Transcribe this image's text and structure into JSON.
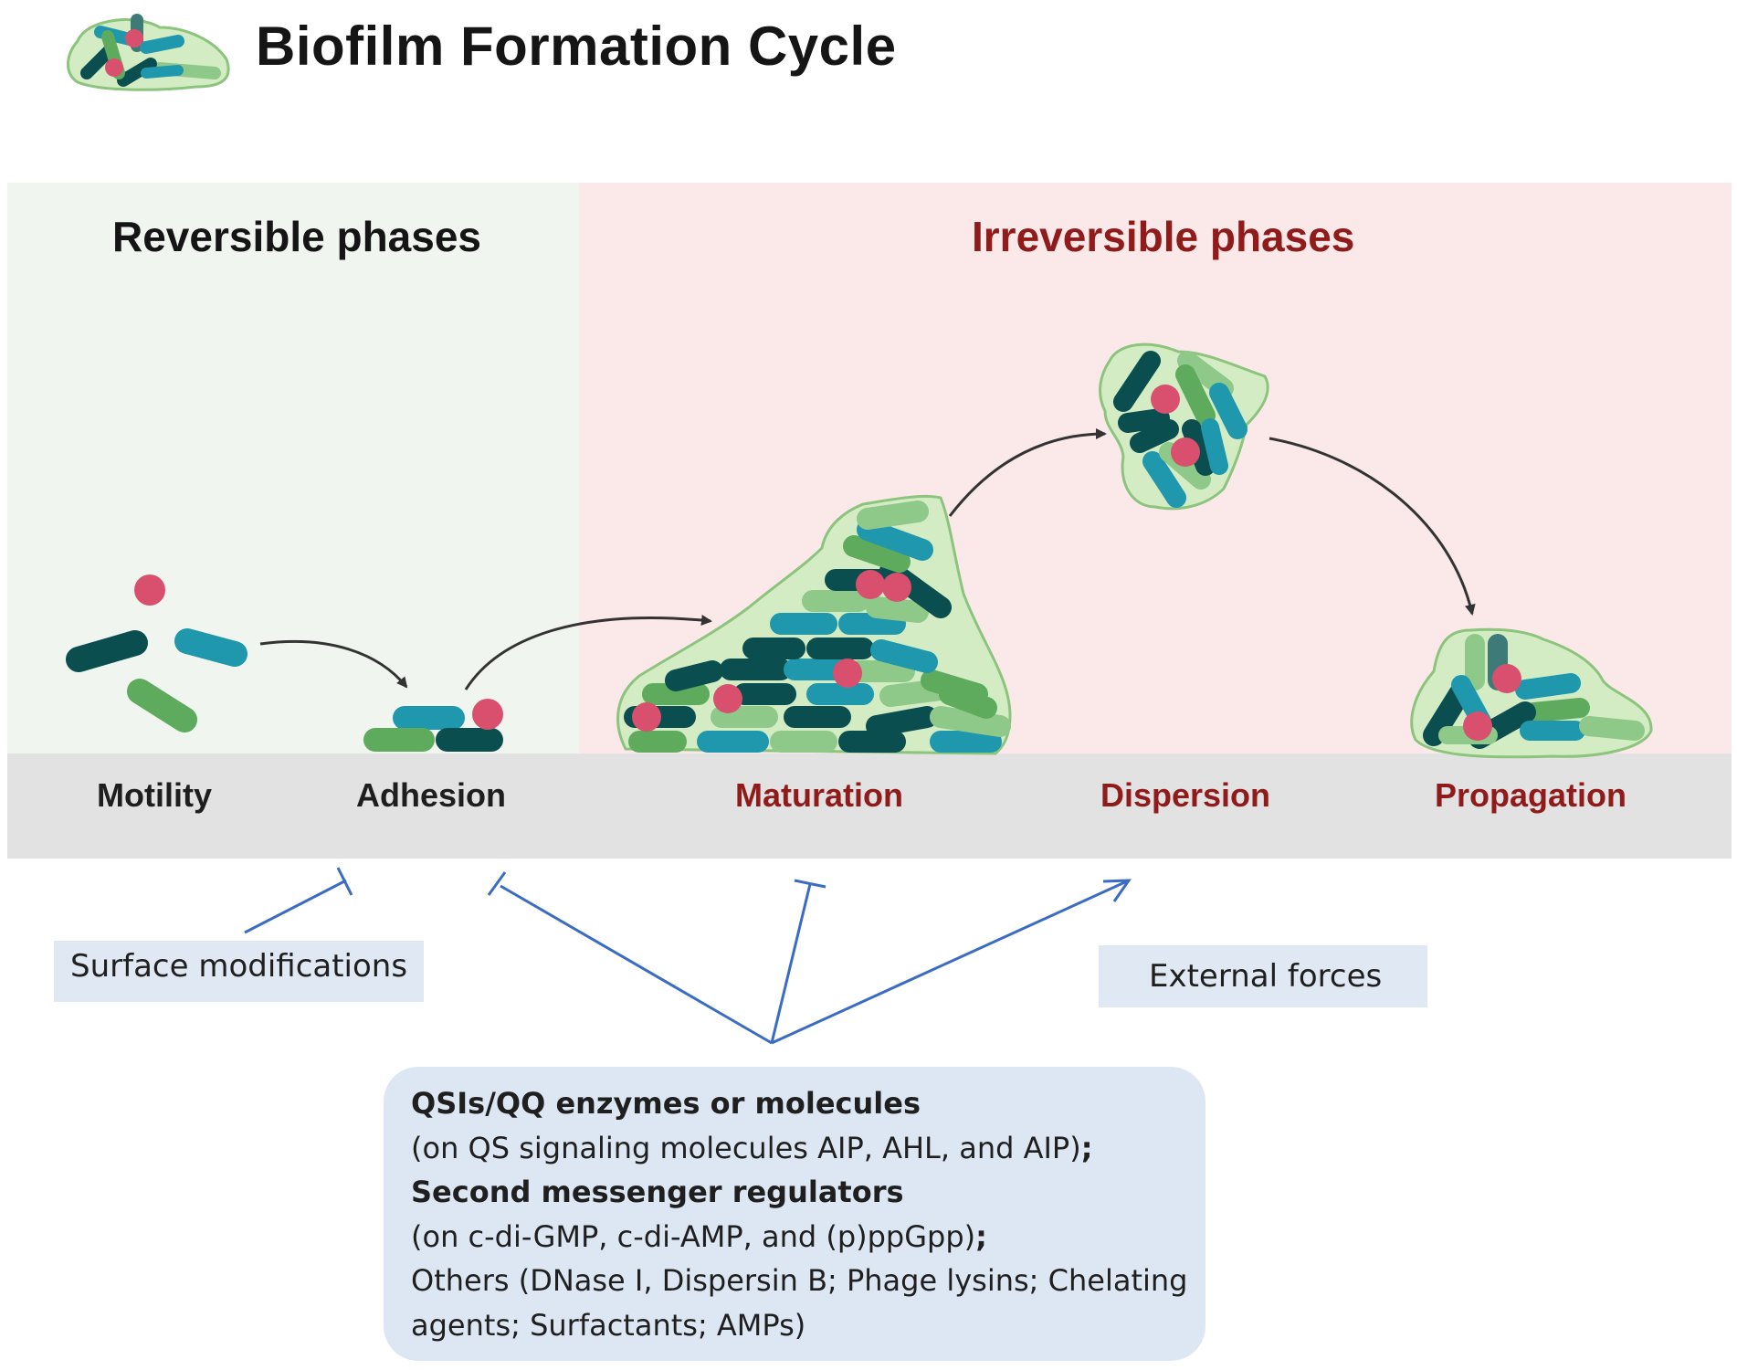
{
  "title": "Biofilm Formation Cycle",
  "phases": {
    "reversible": "Reversible phases",
    "irreversible": "Irreversible phases"
  },
  "stages": [
    "Motility",
    "Adhesion",
    "Maturation",
    "Dispersion",
    "Propagation"
  ],
  "factors": {
    "surface": "Surface modifications",
    "external": "External forces"
  },
  "interventions": {
    "line1": "QSIs/QQ enzymes or molecules",
    "line2": "(on QS signaling molecules AIP, AHL, and AIP)",
    "line2_end": ";",
    "line3": "Second messenger regulators",
    "line4": "(on c-di-GMP, c-di-AMP, and (p)ppGpp)",
    "line4_end": ";",
    "line5": "Others (DNase I, Dispersin B; Phage lysins; Chelating",
    "line6": "agents; Surfactants; AMPs)"
  },
  "colors": {
    "reversible_bg": "#f1f5ef",
    "irreversible_bg": "#fbe9e9",
    "ground": "#e2e2e2",
    "irreversible_text": "#8f1b1b",
    "arrow_blue": "#3a6cc4",
    "teal": "#1f97ad",
    "dark_teal": "#0b4e50",
    "green": "#5eab5e",
    "light_green": "#8ec98a",
    "pink": "#d9506e",
    "matrix": "#d4ecc4"
  }
}
